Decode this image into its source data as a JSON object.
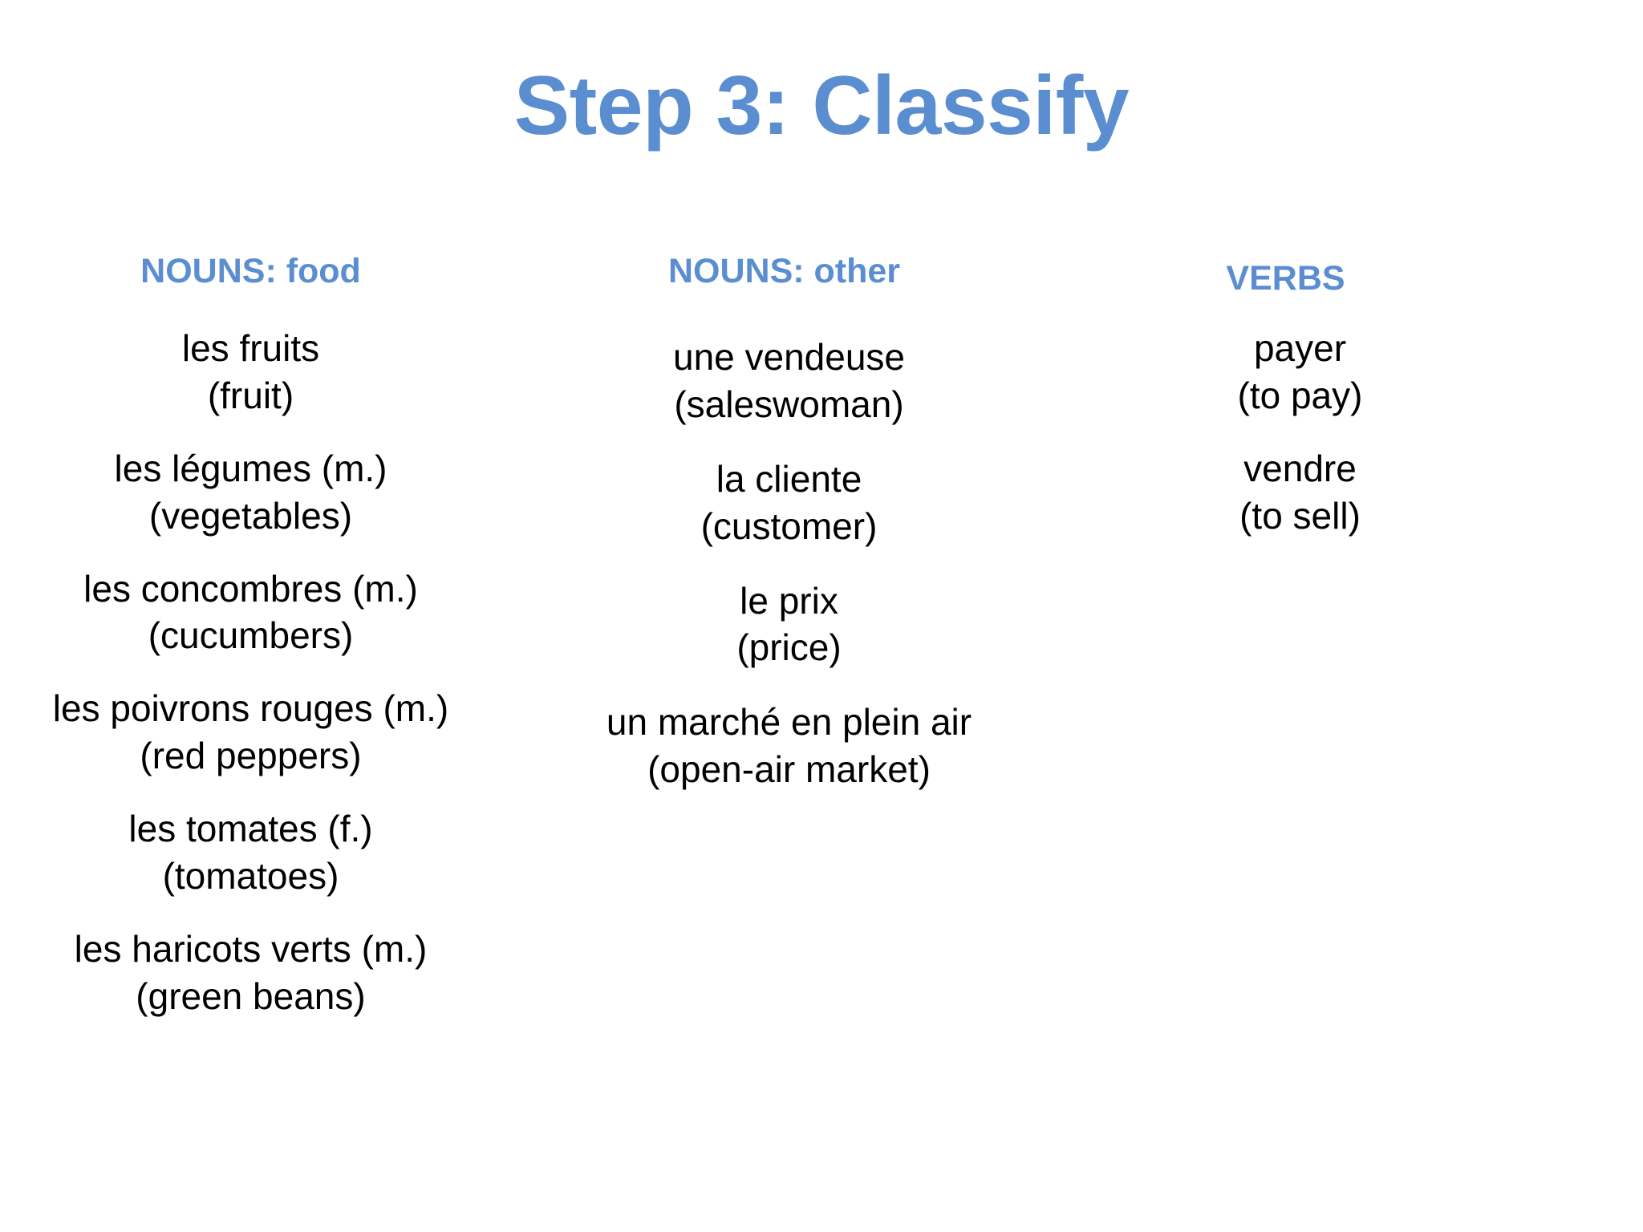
{
  "slide": {
    "title": "Step 3: Classify",
    "accent_color": "#5b8ed0",
    "text_color": "#000000",
    "background_color": "#ffffff"
  },
  "columns": [
    {
      "header": "NOUNS: food",
      "entries": [
        {
          "term": "les fruits",
          "gloss": "(fruit)"
        },
        {
          "term": "les légumes (m.)",
          "gloss": "(vegetables)"
        },
        {
          "term": "les concombres (m.)",
          "gloss": "(cucumbers)"
        },
        {
          "term": "les poivrons rouges (m.)",
          "gloss": "(red peppers)"
        },
        {
          "term": "les tomates (f.)",
          "gloss": "(tomatoes)"
        },
        {
          "term": "les haricots verts (m.)",
          "gloss": "(green beans)"
        }
      ]
    },
    {
      "header": "NOUNS: other",
      "entries": [
        {
          "term": "une vendeuse",
          "gloss": "(saleswoman)"
        },
        {
          "term": "la cliente",
          "gloss": "(customer)"
        },
        {
          "term": "le prix",
          "gloss": "(price)"
        },
        {
          "term": "un marché en plein air",
          "gloss": "(open-air market)"
        }
      ]
    },
    {
      "header": "VERBS",
      "entries": [
        {
          "term": "payer",
          "gloss": "(to pay)"
        },
        {
          "term": "vendre",
          "gloss": "(to sell)"
        }
      ]
    }
  ]
}
